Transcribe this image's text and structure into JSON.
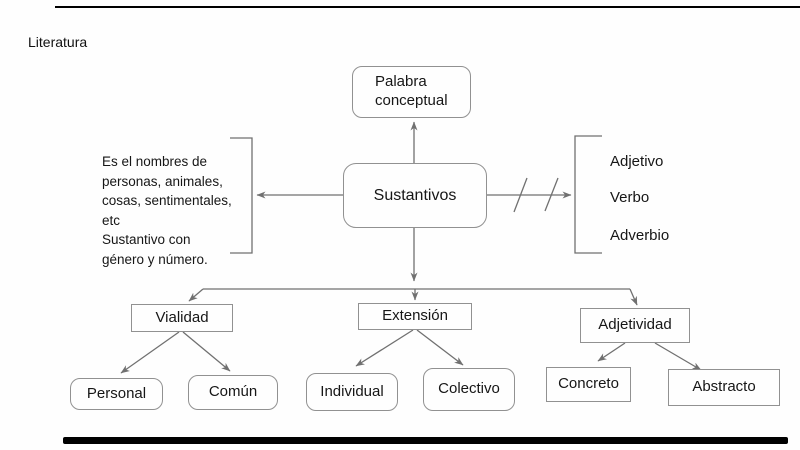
{
  "page": {
    "title": "Literatura"
  },
  "colors": {
    "background": "#fefefe",
    "box_border": "#919191",
    "connector": "#707070",
    "text": "#161616",
    "frame_bar": "#000000"
  },
  "diagram": {
    "nodes": {
      "palabra": {
        "label": "Palabra conceptual",
        "shape": "rounded"
      },
      "sustantivos": {
        "label": "Sustantivos",
        "shape": "rounded"
      },
      "vialidad": {
        "label": "Vialidad",
        "shape": "rectangle"
      },
      "extension": {
        "label": "Extensión",
        "shape": "rectangle"
      },
      "adjetividad": {
        "label": "Adjetividad",
        "shape": "rectangle"
      },
      "personal": {
        "label": "Personal",
        "shape": "rounded"
      },
      "comun": {
        "label": "Común",
        "shape": "rounded"
      },
      "individual": {
        "label": "Individual",
        "shape": "rounded"
      },
      "colectivo": {
        "label": "Colectivo",
        "shape": "rounded"
      },
      "concreto": {
        "label": "Concreto",
        "shape": "rectangle"
      },
      "abstracto": {
        "label": "Abstracto",
        "shape": "rectangle"
      }
    },
    "note": {
      "text": "Es el nombres de\npersonas, animales,\ncosas, sentimentales,\netc\nSustantivo con\ngénero y número."
    },
    "excluded": {
      "items": [
        "Adjetivo",
        "Verbo",
        "Adverbio"
      ],
      "crossed_out_marks": 2
    }
  }
}
